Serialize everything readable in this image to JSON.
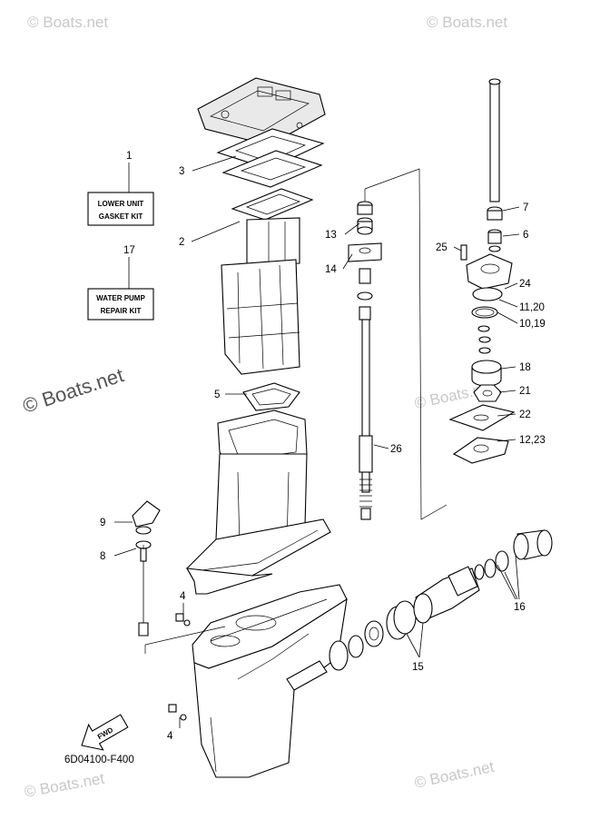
{
  "watermarks": {
    "top_left": "© Boats.net",
    "top_right": "© Boats.net",
    "middle_left": "© Boats.net",
    "middle_right": "© Boats.net",
    "bottom_left": "© Boats.net",
    "bottom_right": "© Boats.net"
  },
  "kits": {
    "lower_unit": {
      "ref": "1",
      "line1": "LOWER UNIT",
      "line2": "GASKET KIT"
    },
    "water_pump": {
      "ref": "17",
      "line1": "WATER PUMP",
      "line2": "REPAIR KIT"
    }
  },
  "callouts": {
    "c2": "2",
    "c3": "3",
    "c4a": "4",
    "c4b": "4",
    "c5": "5",
    "c6": "6",
    "c7": "7",
    "c8": "8",
    "c9": "9",
    "c13": "13",
    "c14": "14",
    "c15": "15",
    "c16": "16",
    "c18": "18",
    "c21": "21",
    "c22": "22",
    "c24": "24",
    "c25": "25",
    "c26": "26",
    "c11_20": "11,20",
    "c10_19": "10,19",
    "c12_23": "12,23"
  },
  "fwd_label": "FWD",
  "diagram_code": "6D04100-F400",
  "colors": {
    "line": "#000000",
    "watermark": "#c8c8c8",
    "background": "#ffffff"
  }
}
